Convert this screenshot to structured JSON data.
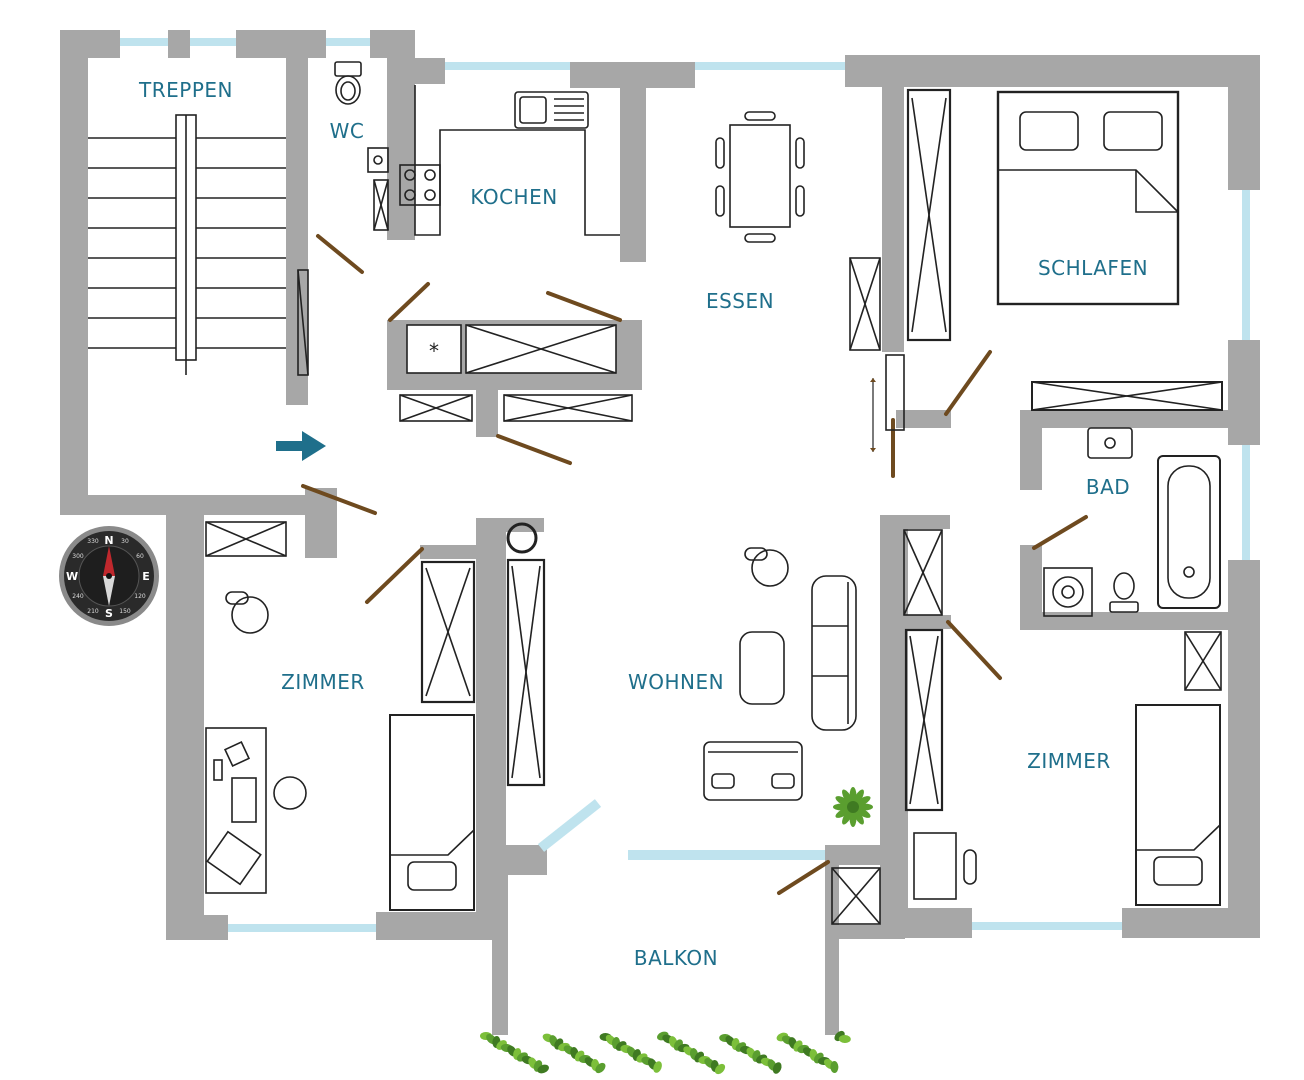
{
  "colors": {
    "wall": "#a7a7a7",
    "window": "#bfe3ee",
    "door": "#6e4a1f",
    "label": "#1f6f8b",
    "furniture": "#222222",
    "arrow": "#1f6f8b",
    "plant": "#5a9e2f"
  },
  "rooms": {
    "treppen": "TREPPEN",
    "wc": "WC",
    "kochen": "KOCHEN",
    "essen": "ESSEN",
    "schlafen": "SCHLAFEN",
    "bad": "BAD",
    "zimmer_left": "ZIMMER",
    "wohnen": "WOHNEN",
    "zimmer_right": "ZIMMER",
    "balkon": "BALKON"
  },
  "compass": {
    "north": "N",
    "south": "S",
    "east": "E",
    "west": "W",
    "degrees": [
      "30",
      "60",
      "120",
      "150",
      "210",
      "240",
      "300",
      "330"
    ]
  },
  "icons": {
    "entrance": "entrance-arrow-icon",
    "compass": "compass-icon"
  }
}
